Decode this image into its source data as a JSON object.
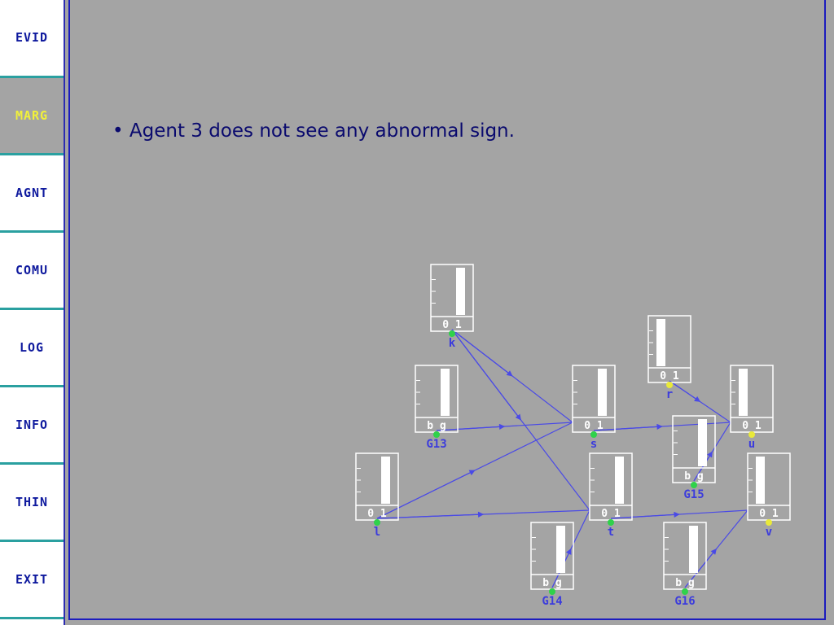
{
  "sidebar": {
    "items": [
      {
        "label": "EVID",
        "active": false
      },
      {
        "label": "MARG",
        "active": true
      },
      {
        "label": "AGNT",
        "active": false
      },
      {
        "label": "COMU",
        "active": false
      },
      {
        "label": "LOG",
        "active": false
      },
      {
        "label": "INFO",
        "active": false
      },
      {
        "label": "THIN",
        "active": false
      },
      {
        "label": "EXIT",
        "active": false
      }
    ]
  },
  "main": {
    "bullet_text": "• Agent 3 does not see any abnormal sign."
  },
  "diagram": {
    "nodes": {
      "k": {
        "label": "k",
        "axis": "0 1",
        "level": 0.0
      },
      "r": {
        "label": "r",
        "axis": "0 1",
        "level": 1.0
      },
      "G13": {
        "label": "G13",
        "axis": "b g",
        "level": 0.0
      },
      "s": {
        "label": "s",
        "axis": "0 1",
        "level": 0.0
      },
      "u": {
        "label": "u",
        "axis": "0 1",
        "level": 1.0
      },
      "G15": {
        "label": "G15",
        "axis": "b g",
        "level": 0.0
      },
      "l": {
        "label": "l",
        "axis": "0 1",
        "level": 0.0
      },
      "t": {
        "label": "t",
        "axis": "0 1",
        "level": 0.0
      },
      "v": {
        "label": "v",
        "axis": "0 1",
        "level": 1.0
      },
      "G14": {
        "label": "G14",
        "axis": "b g",
        "level": 0.0
      },
      "G16": {
        "label": "G16",
        "axis": "b g",
        "level": 0.0
      }
    },
    "edges": [
      [
        "k",
        "s"
      ],
      [
        "k",
        "t"
      ],
      [
        "G13",
        "s"
      ],
      [
        "l",
        "s"
      ],
      [
        "l",
        "t"
      ],
      [
        "s",
        "u"
      ],
      [
        "r",
        "u"
      ],
      [
        "G15",
        "u"
      ],
      [
        "t",
        "v"
      ],
      [
        "G14",
        "t"
      ],
      [
        "G16",
        "v"
      ]
    ],
    "colors": {
      "edge": "#4a4ae6",
      "label": "#3c3cdc",
      "box_border": "#ffffff",
      "bar_fill": "#ffffff",
      "dot_green": "#2fd24a",
      "dot_yellow": "#e9e93a"
    }
  }
}
